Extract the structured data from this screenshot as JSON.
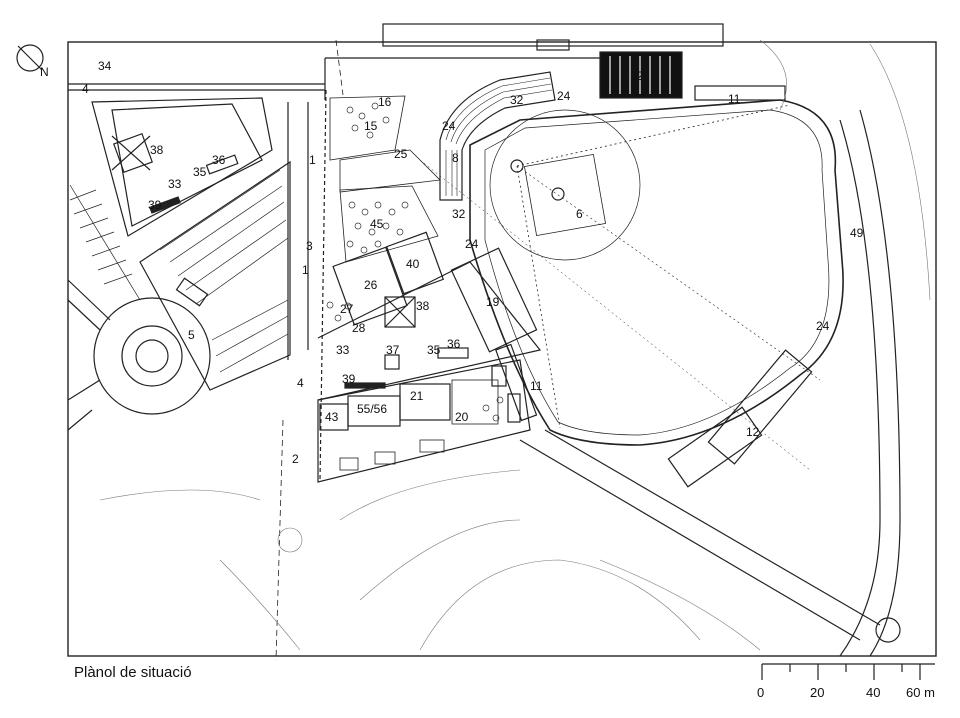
{
  "caption": "Plànol de situació",
  "north_label": "N",
  "scale": {
    "ticks": [
      "0",
      "20",
      "40",
      "60 m"
    ]
  },
  "labels": {
    "l34": "34",
    "l4a": "4",
    "l38a": "38",
    "l36a": "36",
    "l35a": "35",
    "l33a": "33",
    "l39a": "39",
    "l5": "5",
    "l16": "16",
    "l15": "15",
    "l25": "25",
    "l1a": "1",
    "l3": "3",
    "l1b": "1",
    "l45": "45",
    "l40": "40",
    "l26": "26",
    "l38b": "38",
    "l27": "27",
    "l28": "28",
    "l33b": "33",
    "l37": "37",
    "l35b": "35",
    "l36b": "36",
    "l4b": "4",
    "l39b": "39",
    "l43": "43",
    "l5556": "55/56",
    "l21": "21",
    "l20": "20",
    "l2": "2",
    "l11a": "11",
    "l32a": "32",
    "l24a": "24",
    "l32b": "32",
    "l11b": "11",
    "l24b": "24",
    "l8": "8",
    "l32c": "32",
    "l24c": "24",
    "l6": "6",
    "l19": "19",
    "l49": "49",
    "l24d": "24",
    "l12": "12",
    "l11c": "11"
  }
}
